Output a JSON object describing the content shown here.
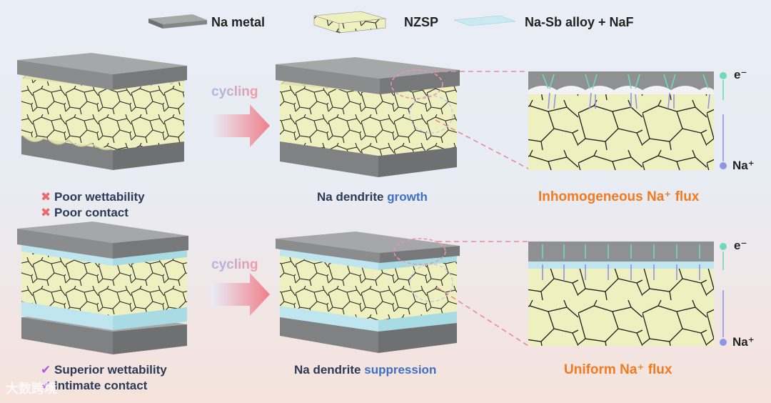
{
  "legend": {
    "na_metal": "Na metal",
    "nzsp": "NZSP",
    "alloy": "Na-Sb alloy + NaF"
  },
  "top": {
    "cycling": "cycling",
    "caption_prefix": "Na dendrite ",
    "caption_highlight": "growth",
    "flux_label": "Inhomogeneous Na⁺ flux",
    "issues": [
      "Poor wettability",
      "Poor contact"
    ]
  },
  "bottom": {
    "cycling": "cycling",
    "caption_prefix": "Na dendrite ",
    "caption_highlight": "suppression",
    "flux_label": "Uniform Na⁺ flux",
    "benefits": [
      "Superior wettability",
      "Intimate contact"
    ]
  },
  "labels": {
    "electron": "e⁻",
    "sodium_ion": "Na⁺"
  },
  "watermark": "大数跨境",
  "colors": {
    "metal": "#8f9092",
    "nzsp": "#eff0c0",
    "alloy": "#bfe6ee",
    "arrow_green": "#6fdab8",
    "arrow_blue": "#8f94e6",
    "orange": "#f07b21",
    "blue": "#3d6fc2"
  }
}
